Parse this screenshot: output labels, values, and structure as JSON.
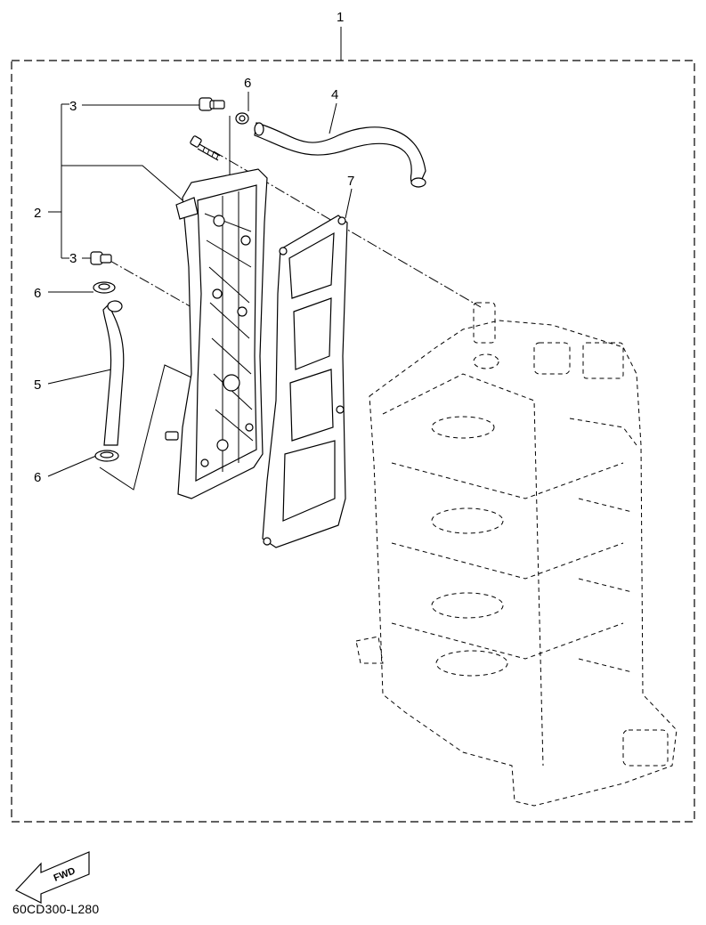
{
  "callouts": {
    "c1": "1",
    "c2": "2",
    "c3a": "3",
    "c3b": "3",
    "c4": "4",
    "c5": "5",
    "c6a": "6",
    "c6b": "6",
    "c6c": "6",
    "c7": "7"
  },
  "fwd_label": "FWD",
  "figure_code": "60CD300-L280"
}
